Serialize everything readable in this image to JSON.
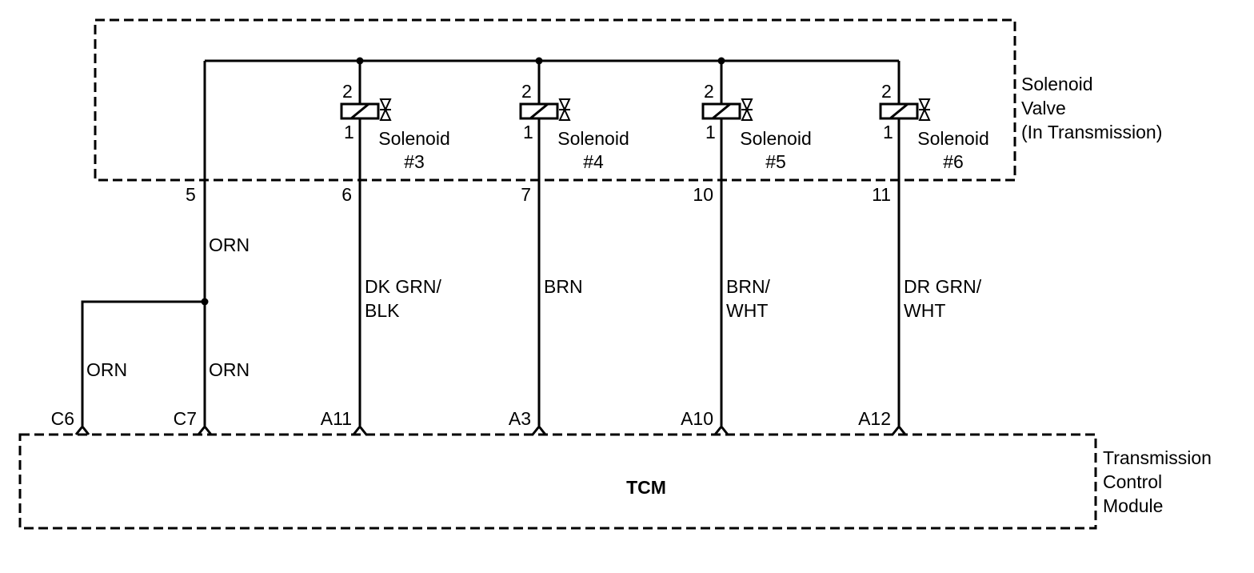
{
  "solenoid_valve": {
    "title_lines": [
      "Solenoid",
      "Valve",
      "(In Transmission)"
    ],
    "solenoid_word": "Solenoid",
    "pin_top": "2",
    "pin_bottom": "1",
    "common_pin": "5",
    "solenoids": [
      {
        "number": "#3",
        "pin": "6"
      },
      {
        "number": "#4",
        "pin": "7"
      },
      {
        "number": "#5",
        "pin": "10"
      },
      {
        "number": "#6",
        "pin": "11"
      }
    ]
  },
  "wires": {
    "common_upper": "ORN",
    "common_c6": "ORN",
    "common_c7": "ORN",
    "solenoid_wires": [
      [
        "DK GRN/",
        "BLK"
      ],
      [
        "BRN"
      ],
      [
        "BRN/",
        "WHT"
      ],
      [
        "DR GRN/",
        "WHT"
      ]
    ]
  },
  "tcm": {
    "label": "TCM",
    "title_lines": [
      "Transmission",
      "Control",
      "Module"
    ],
    "pins": [
      "C6",
      "C7",
      "A11",
      "A3",
      "A10",
      "A12"
    ]
  }
}
